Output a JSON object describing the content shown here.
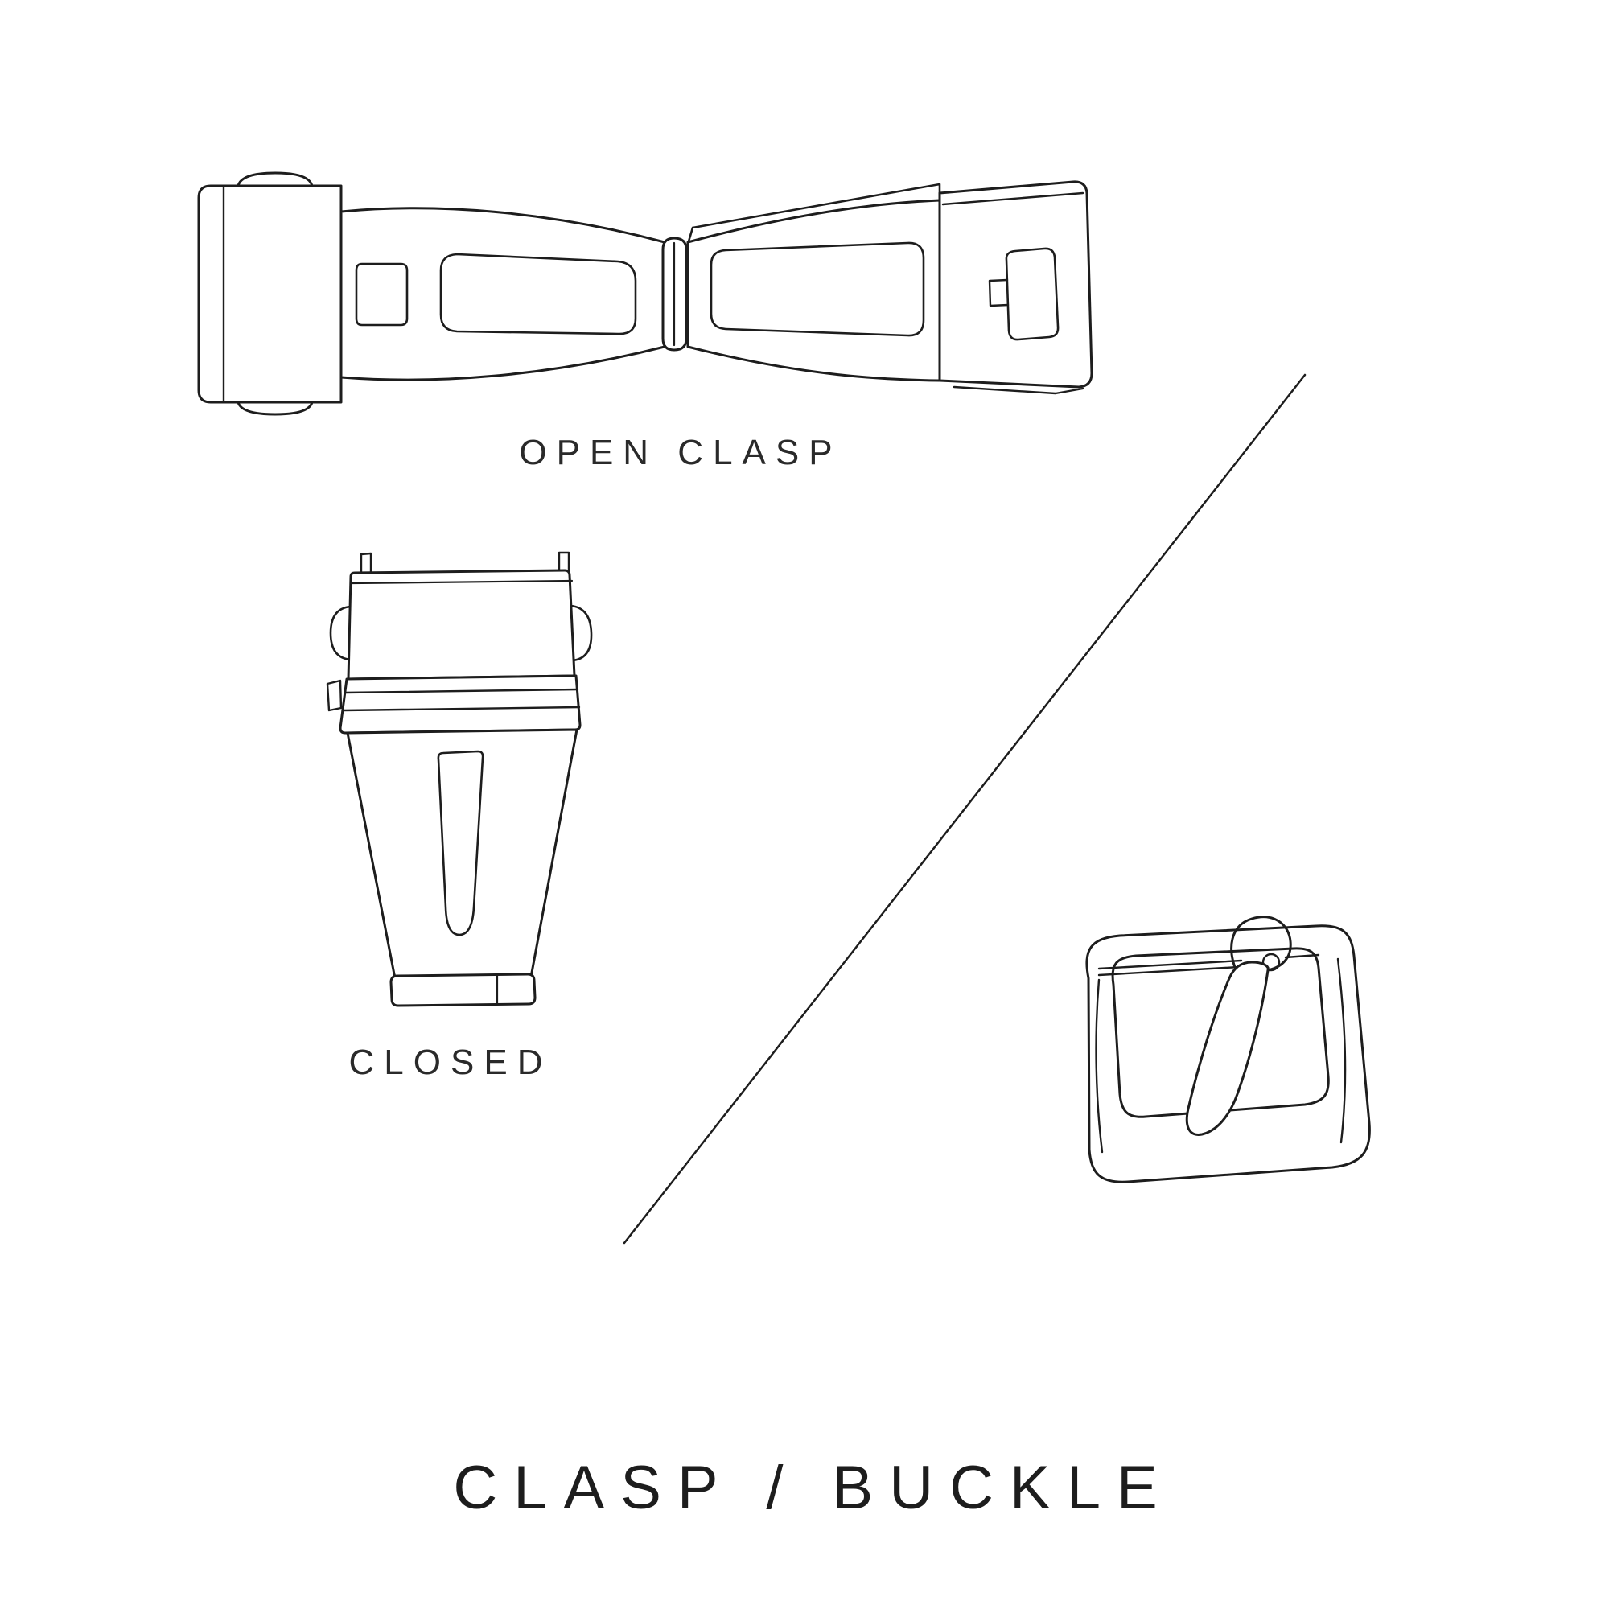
{
  "page": {
    "background_color": "#ffffff",
    "ink_color": "#1d1d1d",
    "label_color": "#2a2a2a"
  },
  "title": {
    "text": "CLASP / BUCKLE"
  },
  "figures": {
    "open_clasp": {
      "label": "OPEN CLASP"
    },
    "closed_clasp": {
      "label": "CLOSED"
    },
    "buckle": {}
  }
}
